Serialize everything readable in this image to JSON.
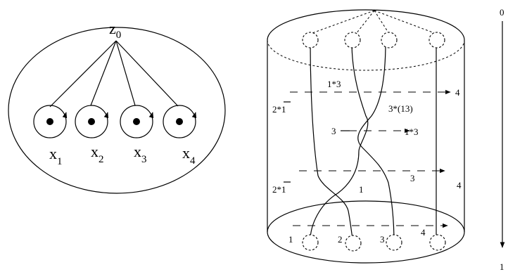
{
  "left_figure": {
    "basepoint": {
      "letter": "z",
      "index": "0"
    },
    "loops": [
      {
        "letter": "x",
        "index": "1"
      },
      {
        "letter": "x",
        "index": "2"
      },
      {
        "letter": "x",
        "index": "3"
      },
      {
        "letter": "x",
        "index": "4"
      }
    ]
  },
  "right_figure": {
    "labels": {
      "top_row_mid": "1*3",
      "top_row_end": "4",
      "top_row_left": "2*1",
      "cross_label_right": "3*(13)",
      "mid_left": "3",
      "mid_right": "1*3",
      "lower_left": "2*1",
      "lower_center": "1",
      "lower_mid_right": "3",
      "lower_end": "4",
      "bottom_1": "1",
      "bottom_2": "2",
      "bottom_3": "3",
      "bottom_4": "4"
    }
  },
  "time_axis": {
    "top": "0",
    "bottom": "1"
  }
}
